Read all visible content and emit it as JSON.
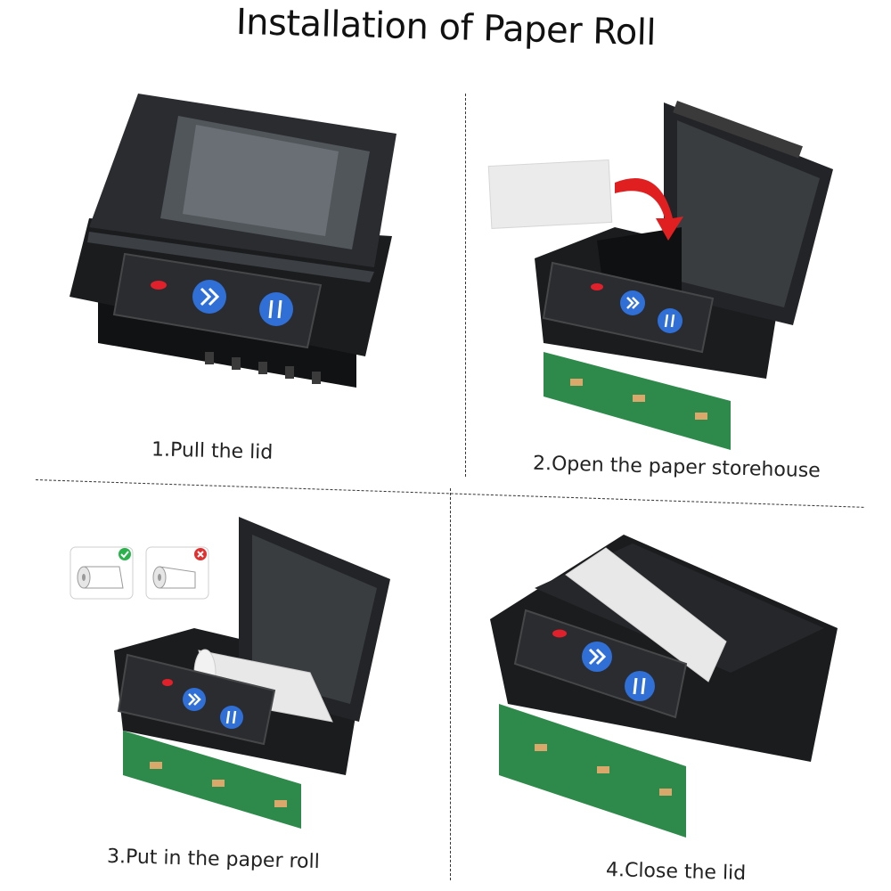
{
  "title": "Installation of Paper Roll",
  "steps": [
    {
      "label": "1.Pull the lid"
    },
    {
      "label": "2.Open the paper storehouse"
    },
    {
      "label": "3.Put in the paper roll"
    },
    {
      "label": "4.Close the lid"
    }
  ],
  "colors": {
    "printer_body": "#1b1c1e",
    "panel": "#2b2c2f",
    "button_blue": "#2f6fd6",
    "led_red": "#e0202a",
    "pcb_green": "#2e8a4a",
    "paper": "#e8e8e8",
    "arrow_red": "#e02020",
    "check_green": "#2bb24c",
    "cross_red": "#e03131"
  },
  "icons": {
    "feed_button": "double-chevron-right-icon",
    "pause_button": "pause-icon",
    "correct_roll": "check-badge-icon",
    "wrong_roll": "cross-badge-icon",
    "insert_arrow": "curved-arrow-icon"
  }
}
